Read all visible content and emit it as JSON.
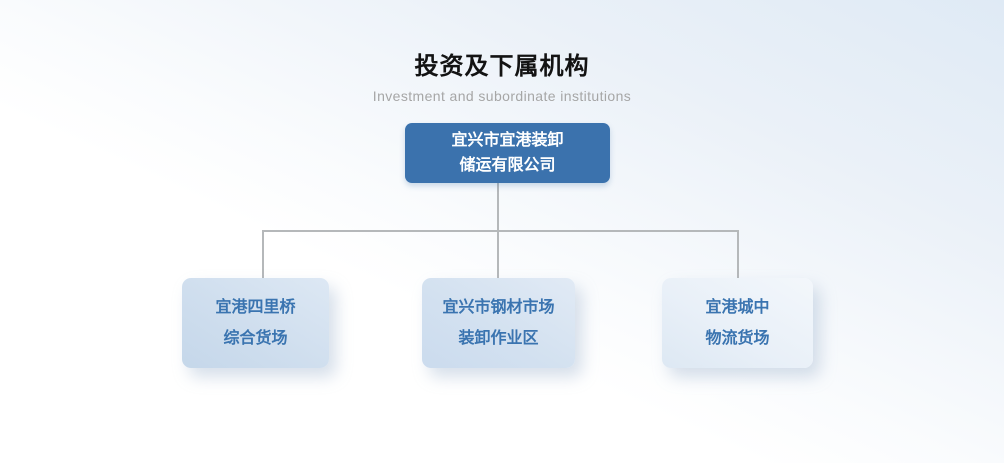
{
  "header": {
    "title": "投资及下属机构",
    "subtitle": "Investment and subordinate institutions"
  },
  "org_chart": {
    "root": {
      "line1": "宜兴市宜港装卸",
      "line2": "储运有限公司"
    },
    "children": [
      {
        "line1": "宜港四里桥",
        "line2": "综合货场"
      },
      {
        "line1": "宜兴市钢材市场",
        "line2": "装卸作业区"
      },
      {
        "line1": "宜港城中",
        "line2": "物流货场"
      }
    ]
  },
  "colors": {
    "root_box": "#3b72ad",
    "root_text": "#ffffff",
    "child_box_light": "#dde8f4",
    "child_box_dark": "#c5d7ea",
    "child_text": "#3a74b0",
    "connector": "#b5b8ba",
    "title_text": "#131313",
    "subtitle_text": "#a6a6a6",
    "background_top": "#dfeaf5",
    "background_bottom": "#ffffff"
  }
}
